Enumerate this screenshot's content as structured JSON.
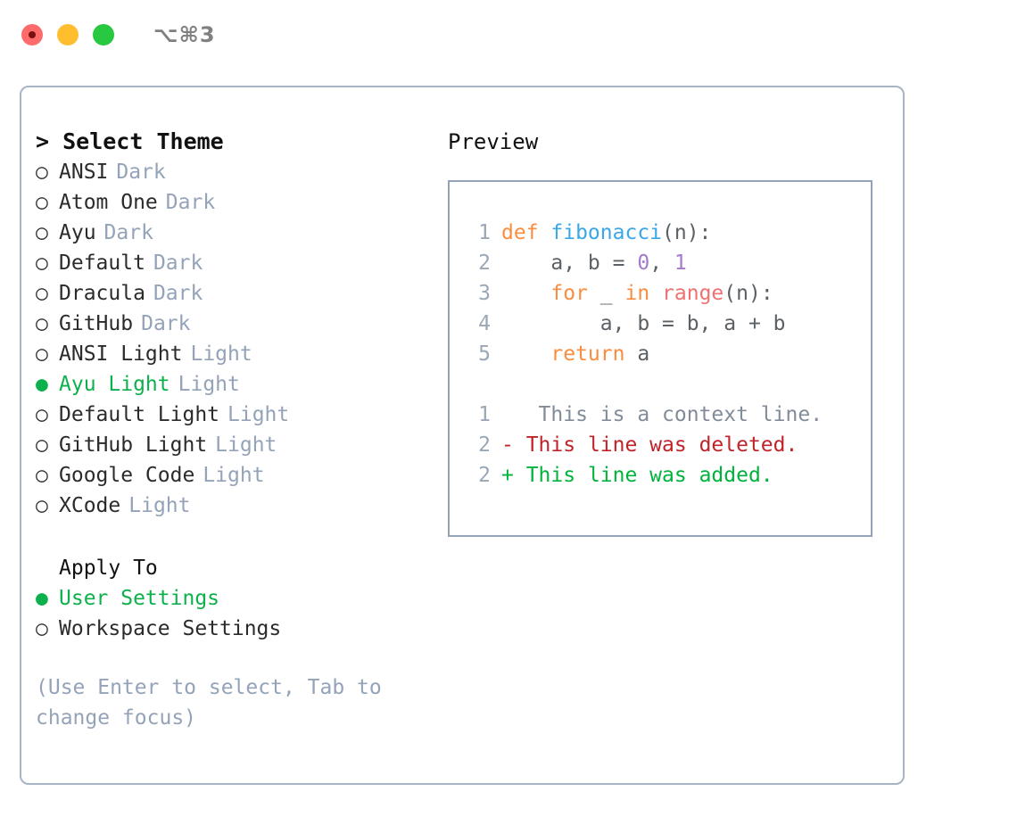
{
  "titlebar": {
    "lights": [
      {
        "name": "close-button",
        "color": "#ff6b6b"
      },
      {
        "name": "minimize-button",
        "color": "#ffbe2e"
      },
      {
        "name": "maximize-button",
        "color": "#28c840"
      }
    ],
    "shortcut": "⌥⌘3"
  },
  "theme_picker": {
    "header": "> Select Theme",
    "options": [
      {
        "bullet": "○",
        "label": "ANSI",
        "tag": "Dark",
        "selected": false
      },
      {
        "bullet": "○",
        "label": "Atom One",
        "tag": "Dark",
        "selected": false
      },
      {
        "bullet": "○",
        "label": "Ayu",
        "tag": "Dark",
        "selected": false
      },
      {
        "bullet": "○",
        "label": "Default",
        "tag": "Dark",
        "selected": false
      },
      {
        "bullet": "○",
        "label": "Dracula",
        "tag": "Dark",
        "selected": false
      },
      {
        "bullet": "○",
        "label": "GitHub",
        "tag": "Dark",
        "selected": false
      },
      {
        "bullet": "○",
        "label": "ANSI Light",
        "tag": "Light",
        "selected": false
      },
      {
        "bullet": "●",
        "label": "Ayu Light",
        "tag": "Light",
        "selected": true
      },
      {
        "bullet": "○",
        "label": "Default Light",
        "tag": "Light",
        "selected": false
      },
      {
        "bullet": "○",
        "label": "GitHub Light",
        "tag": "Light",
        "selected": false
      },
      {
        "bullet": "○",
        "label": "Google Code",
        "tag": "Light",
        "selected": false
      },
      {
        "bullet": "○",
        "label": "XCode",
        "tag": "Light",
        "selected": false
      }
    ]
  },
  "apply_to": {
    "header": "Apply To",
    "options": [
      {
        "bullet": "●",
        "label": "User Settings",
        "selected": true
      },
      {
        "bullet": "○",
        "label": "Workspace Settings",
        "selected": false
      }
    ]
  },
  "hint": "(Use Enter to select, Tab to change focus)",
  "preview": {
    "title": "Preview",
    "code_lines": [
      {
        "number": "1",
        "tokens": [
          {
            "text": "def ",
            "type": "keyword"
          },
          {
            "text": "fibonacci",
            "type": "function"
          },
          {
            "text": "(n):",
            "type": "plain"
          }
        ]
      },
      {
        "number": "2",
        "tokens": [
          {
            "text": "    a, b = ",
            "type": "plain"
          },
          {
            "text": "0",
            "type": "number"
          },
          {
            "text": ", ",
            "type": "plain"
          },
          {
            "text": "1",
            "type": "number"
          }
        ]
      },
      {
        "number": "3",
        "tokens": [
          {
            "text": "    ",
            "type": "plain"
          },
          {
            "text": "for",
            "type": "keyword"
          },
          {
            "text": " _ ",
            "type": "plain"
          },
          {
            "text": "in",
            "type": "keyword"
          },
          {
            "text": " ",
            "type": "plain"
          },
          {
            "text": "range",
            "type": "builtin"
          },
          {
            "text": "(n):",
            "type": "plain"
          }
        ]
      },
      {
        "number": "4",
        "tokens": [
          {
            "text": "        a, b = b, a + b",
            "type": "plain"
          }
        ]
      },
      {
        "number": "5",
        "tokens": [
          {
            "text": "    ",
            "type": "plain"
          },
          {
            "text": "return",
            "type": "keyword"
          },
          {
            "text": " a",
            "type": "plain"
          }
        ]
      }
    ],
    "diff_lines": [
      {
        "number": "1",
        "marker": " ",
        "text": "  This is a context line.",
        "type": "context"
      },
      {
        "number": "2",
        "marker": "-",
        "text": " This line was deleted.",
        "type": "deleted"
      },
      {
        "number": "2",
        "marker": "+",
        "text": " This line was added.",
        "type": "added"
      }
    ]
  },
  "colors": {
    "accent_green": "#0db14b",
    "muted": "#94a3b8",
    "border": "#a8b4c4",
    "keyword": "#fa8d3e",
    "function": "#3aa7e8",
    "number": "#a37acc",
    "builtin": "#f07171",
    "diff_deleted": "#c0232a",
    "diff_added": "#00b33c"
  }
}
